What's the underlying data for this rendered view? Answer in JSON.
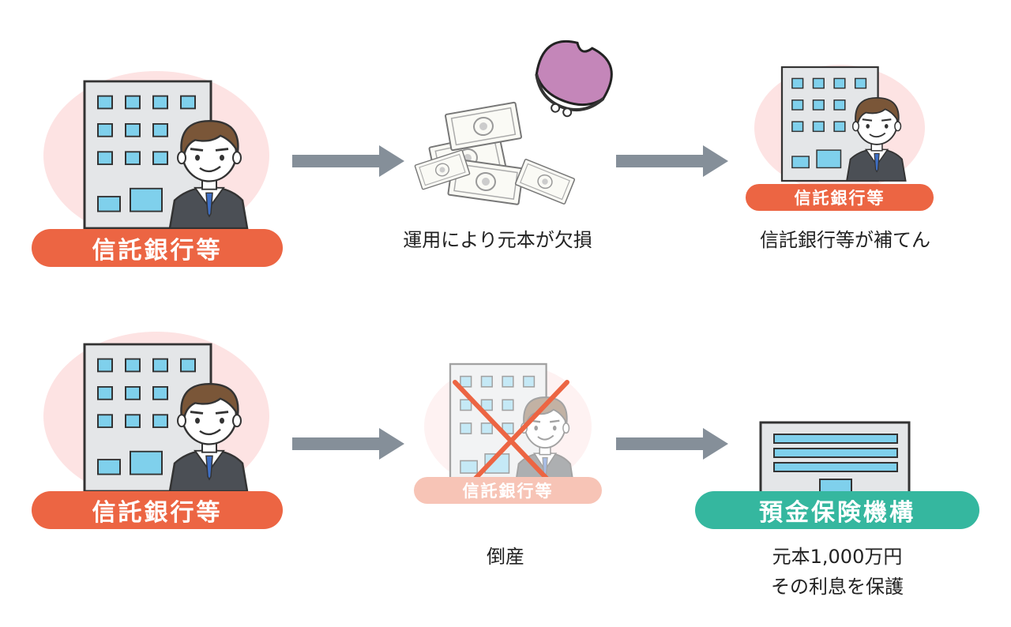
{
  "row1": {
    "left_label": "信託銀行等",
    "middle_caption": "運用により元本が欠損",
    "right_label": "信託銀行等",
    "right_caption": "信託銀行等が補てん"
  },
  "row2": {
    "left_label": "信託銀行等",
    "middle_label": "信託銀行等",
    "middle_caption": "倒産",
    "right_label": "預金保険機構",
    "right_caption_line1": "元本1,000万円",
    "right_caption_line2": "その利息を保護"
  },
  "colors": {
    "orange": "#ec6543",
    "orange_faded": "#f7c4b6",
    "teal": "#35b79f",
    "pink_bg": "#fde3e3",
    "arrow": "#858f99",
    "window": "#7fd0ec",
    "building": "#e4e6e8",
    "purse": "#c486b9",
    "cross": "#ec6543"
  }
}
